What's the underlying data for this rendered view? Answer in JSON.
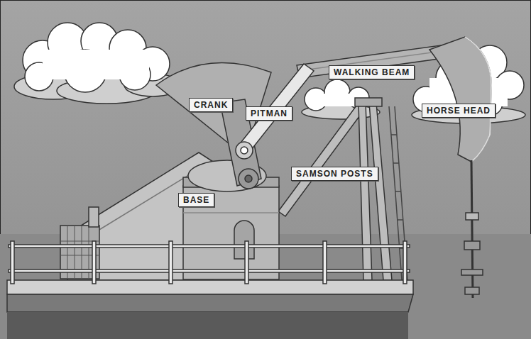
{
  "diagram": {
    "labels": [
      "WALKING BEAM",
      "CRANK",
      "HORSE HEAD",
      "PITMAN",
      "SAMSON POSTS",
      "BASE"
    ]
  }
}
